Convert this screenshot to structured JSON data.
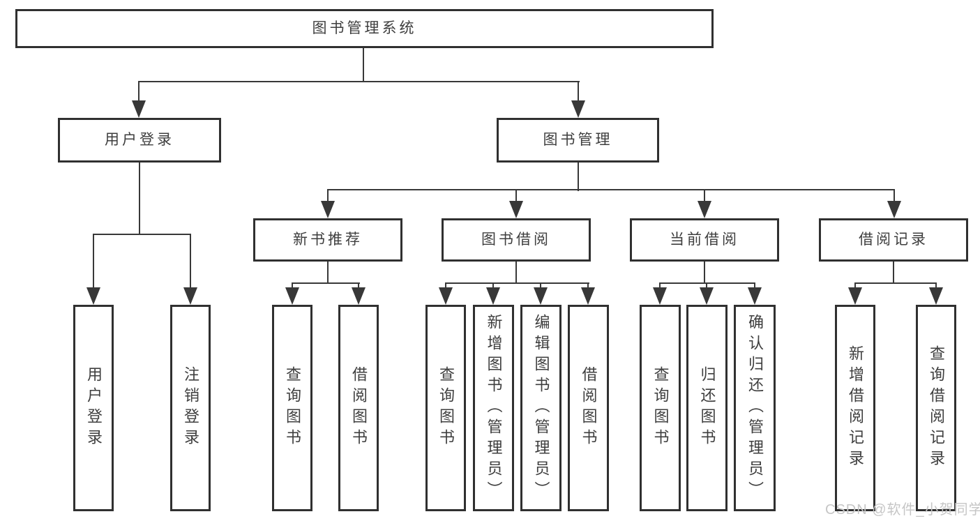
{
  "colors": {
    "background": "#ffffff",
    "box_border": "#303030",
    "connector_line": "#383838",
    "label_text": "#3e3e3e",
    "watermark_text": "#c6c6c6"
  },
  "tree": {
    "label": "图书管理系统",
    "children": [
      {
        "label": "用户登录",
        "children": [
          {
            "label": "用户登录"
          },
          {
            "label": "注销登录"
          }
        ]
      },
      {
        "label": "图书管理",
        "children": [
          {
            "label": "新书推荐",
            "children": [
              {
                "label": "查询图书"
              },
              {
                "label": "借阅图书"
              }
            ]
          },
          {
            "label": "图书借阅",
            "children": [
              {
                "label": "查询图书"
              },
              {
                "label": "新增图书（管理员）"
              },
              {
                "label": "编辑图书（管理员）"
              },
              {
                "label": "借阅图书"
              }
            ]
          },
          {
            "label": "当前借阅",
            "children": [
              {
                "label": "查询图书"
              },
              {
                "label": "归还图书"
              },
              {
                "label": "确认归还（管理员）"
              }
            ]
          },
          {
            "label": "借阅记录",
            "children": [
              {
                "label": "新增借阅记录"
              },
              {
                "label": "查询借阅记录"
              }
            ]
          }
        ]
      }
    ]
  },
  "watermark": {
    "text": "CSDN @软件_小贺同学"
  }
}
